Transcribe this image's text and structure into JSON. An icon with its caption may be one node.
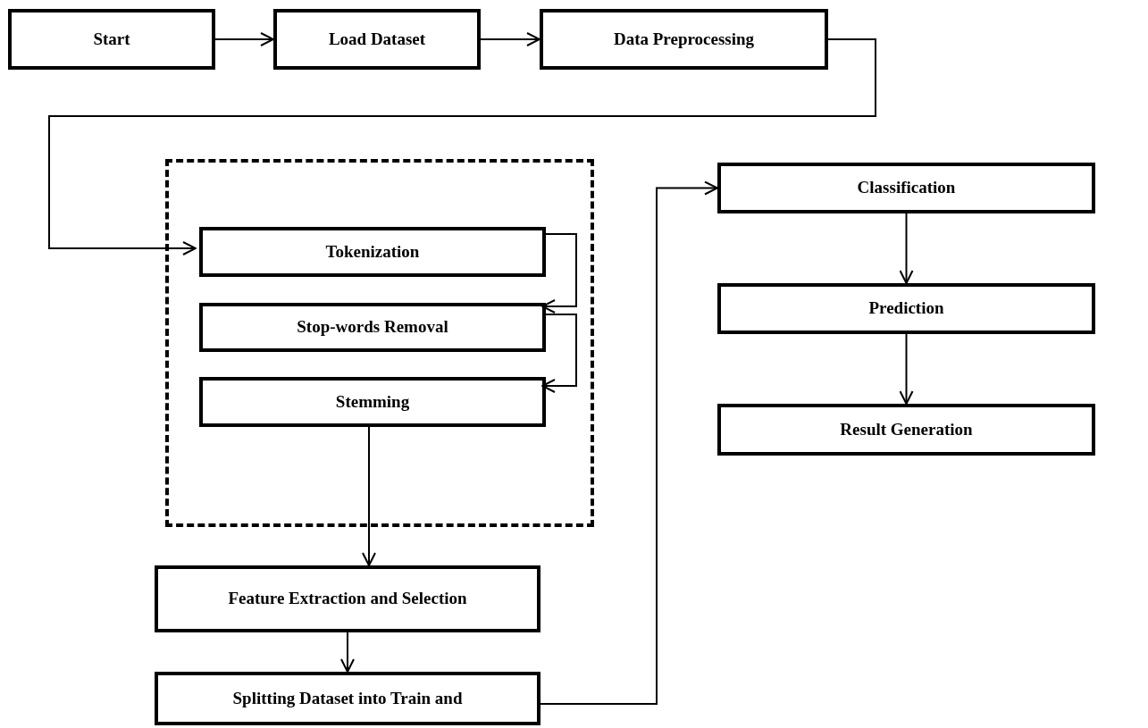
{
  "diagram": {
    "nodes": [
      {
        "text": [
          "Start"
        ]
      },
      {
        "text": [
          "Load Dataset"
        ]
      },
      {
        "text": [
          "Data Preprocessing"
        ]
      },
      {
        "text": [],
        "shape": "box"
      },
      {
        "text": [
          "Tokenization"
        ],
        "in": 3
      },
      {
        "text": [
          "Stop-words Removal"
        ],
        "in": 3
      },
      {
        "text": [
          "Stemming"
        ],
        "in": 3
      },
      {
        "text": [
          "Feature Extraction and Selection"
        ]
      },
      {
        "text": [
          "Splitting Dataset into Train and"
        ]
      },
      {
        "text": [
          "Classification"
        ]
      },
      {
        "text": [
          "Prediction"
        ]
      },
      {
        "text": [
          "Result Generation"
        ]
      }
    ],
    "edges": [
      {
        "from": 0,
        "to": 1,
        "arrow": "to"
      },
      {
        "from": 1,
        "to": 2,
        "arrow": "to"
      },
      {
        "from": 2,
        "to": 4,
        "arrow": "to"
      },
      {
        "from": 4,
        "to": 5,
        "arrow": "to"
      },
      {
        "from": 5,
        "to": 6,
        "arrow": "to"
      },
      {
        "from": 6,
        "to": 7,
        "arrow": "to"
      },
      {
        "from": 7,
        "to": 8,
        "arrow": "to"
      },
      {
        "from": 8,
        "to": 9,
        "arrow": "to"
      },
      {
        "from": 9,
        "to": 10,
        "arrow": "to"
      },
      {
        "from": 10,
        "to": 11,
        "arrow": "to"
      }
    ]
  }
}
